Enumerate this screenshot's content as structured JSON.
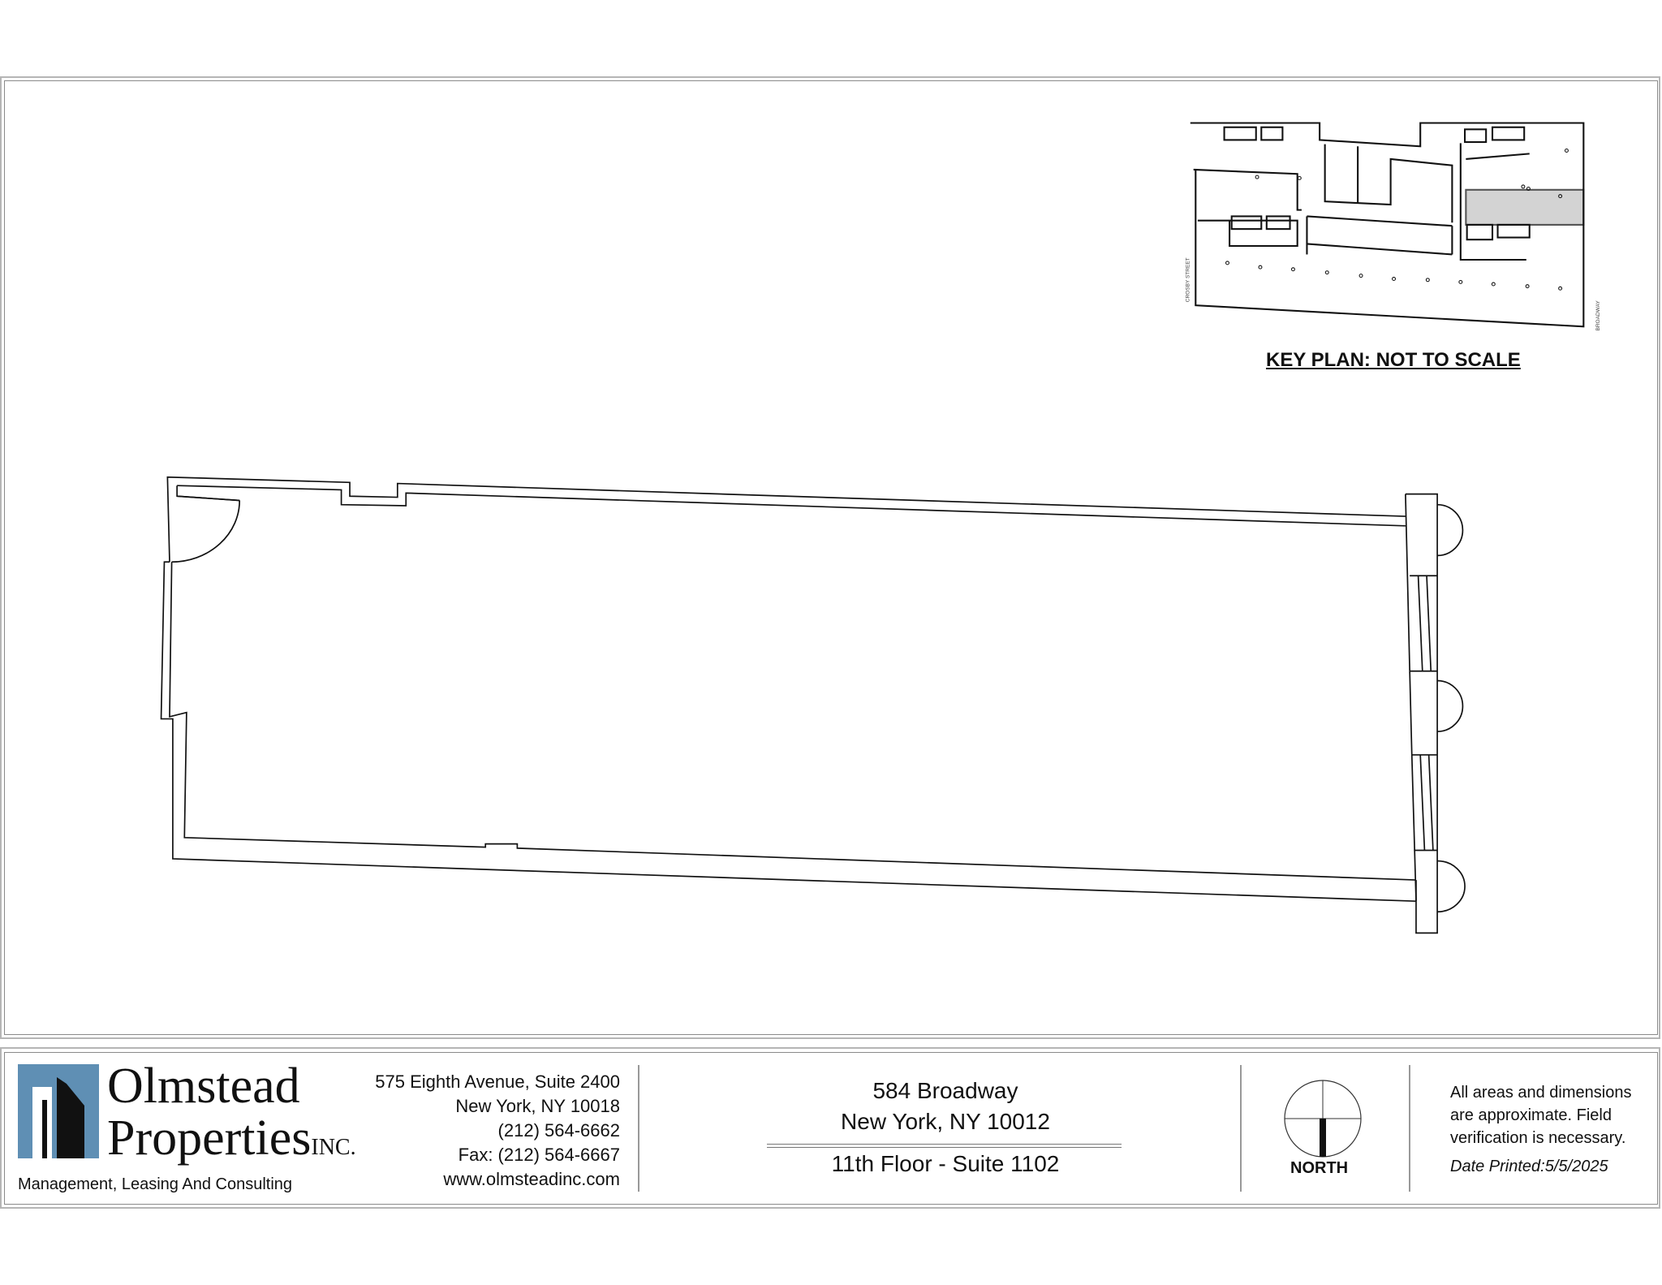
{
  "key_plan": {
    "title": "KEY PLAN: NOT TO SCALE",
    "street_left": "CROSBY STREET",
    "street_right": "BROADWAY",
    "highlight_color": "#d3d3d3"
  },
  "company": {
    "name_line1": "Olmstead",
    "name_line2": "Properties",
    "suffix": "INC.",
    "tagline": "Management, Leasing And Consulting",
    "brand_color": "#5f8fb4",
    "address": [
      "575 Eighth Avenue, Suite 2400",
      "New York, NY 10018",
      "(212) 564-6662",
      "Fax: (212) 564-6667",
      "www.olmsteadinc.com"
    ]
  },
  "property": {
    "street": "584 Broadway",
    "city": "New York, NY 10012",
    "suite": "11th Floor - Suite 1102"
  },
  "north": {
    "label": "NORTH"
  },
  "disclaimer": {
    "lines": [
      "All areas and dimensions",
      "are approximate.  Field",
      "verification is necessary."
    ],
    "date_label": "Date Printed:",
    "date": "5/5/2025"
  }
}
